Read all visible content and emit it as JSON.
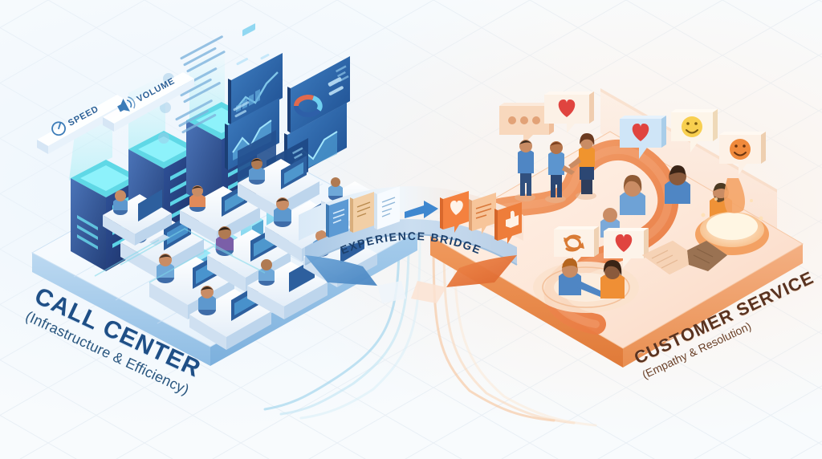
{
  "illustration": {
    "style": "isometric 3d infographic",
    "background_color": "#f6f9fc"
  },
  "left_platform": {
    "title": "CALL CENTER",
    "subtitle": "(Infrastructure & Efficiency)",
    "title_color": "#1f4f86",
    "platform_color": "#dcecfa",
    "accent_color": "#3d8fd1",
    "badges": [
      {
        "label": "SPEED",
        "icon": "gauge-icon"
      },
      {
        "label": "VOLUME",
        "icon": "speaker-icon"
      }
    ],
    "servers": {
      "count": 3,
      "glow_color": "#46e0e6"
    },
    "bar_chart": {
      "count": 4,
      "values": [
        34,
        52,
        68,
        86
      ],
      "color": "#5cc6e8"
    },
    "dashboards": {
      "count": 6,
      "screen_color": "#2f6fb5"
    },
    "workstations": {
      "agents": 11,
      "desk_color": "#e8f1fa"
    },
    "list_items": [
      {
        "icon": "headset-icon"
      },
      {
        "icon": "person-icon"
      },
      {
        "icon": "chart-icon"
      }
    ]
  },
  "bridge": {
    "label": "EXPERIENCE BRIDGE",
    "label_color": "#1b3f6b",
    "arch_color": "#b9d4ec",
    "left_color": "#5d9fd4",
    "right_color": "#e2703a",
    "flow_icons_left": [
      "document-blue-icon",
      "document-tan-icon",
      "document-white-icon"
    ],
    "flow_arrow": "arrow-right-icon",
    "flow_icons_right": [
      "speech-heart-icon",
      "speech-lines-icon",
      "speech-thumbsup-icon"
    ]
  },
  "right_platform": {
    "title": "CUSTOMER SERVICE",
    "subtitle": "(Empathy & Resolution)",
    "title_color": "#5a3320",
    "platform_color": "#fcded0",
    "accent_color": "#ed7d3a",
    "groups": {
      "conversation_people": 3,
      "avatar_busts": 4,
      "seated_pair": 2
    },
    "bubbles": [
      {
        "icon": "typing-dots-icon",
        "color": "#f6cdb0"
      },
      {
        "icon": "heart-icon",
        "color": "#f3f7fb"
      },
      {
        "icon": "heart-icon",
        "color": "#cfe3f5"
      },
      {
        "icon": "smiley-yellow-icon",
        "color": "#fbf4ea"
      },
      {
        "icon": "smiley-orange-icon",
        "color": "#fbf0e6"
      },
      {
        "icon": "cycle-arrows-icon",
        "color": "#fdf2e7"
      },
      {
        "icon": "heart-icon",
        "color": "#fdf2e7"
      }
    ],
    "handshake": {
      "icon": "handshake-icon"
    },
    "podium": {
      "icon": "glow-podium-icon",
      "color": "#f6a36a"
    }
  }
}
